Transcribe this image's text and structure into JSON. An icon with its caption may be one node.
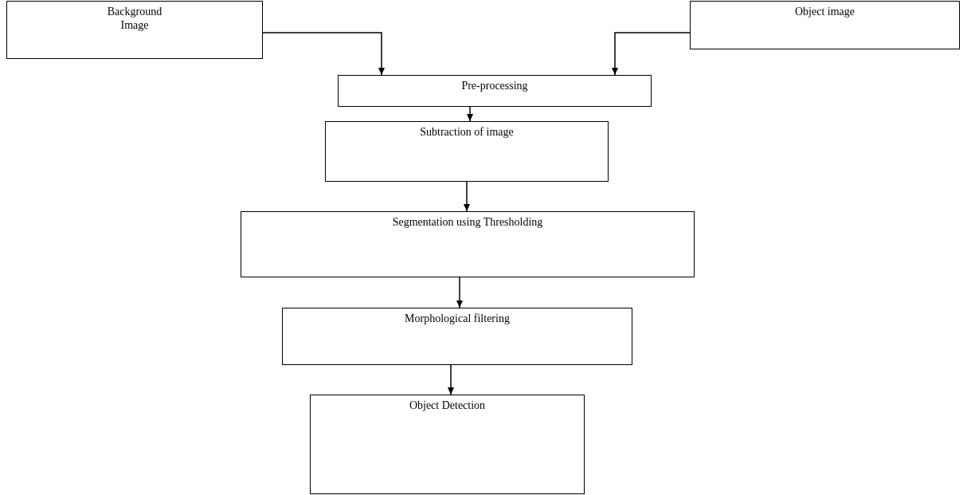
{
  "diagram": {
    "nodes": [
      {
        "text": [
          "Background Image"
        ]
      },
      {
        "text": [
          "Object image"
        ]
      },
      {
        "text": [
          "Pre-processing"
        ]
      },
      {
        "text": [
          "Subtraction of image"
        ]
      },
      {
        "text": [
          "Segmentation using Thresholding"
        ]
      },
      {
        "text": [
          "Morphological filtering"
        ]
      },
      {
        "text": [
          "Object Detection"
        ]
      }
    ],
    "edges": [
      {
        "from": 0,
        "to": 2,
        "arrow": "to"
      },
      {
        "from": 1,
        "to": 2,
        "arrow": "to"
      },
      {
        "from": 2,
        "to": 3,
        "arrow": "to"
      },
      {
        "from": 3,
        "to": 4,
        "arrow": "to"
      },
      {
        "from": 4,
        "to": 5,
        "arrow": "to"
      },
      {
        "from": 5,
        "to": 6,
        "arrow": "to"
      }
    ]
  }
}
